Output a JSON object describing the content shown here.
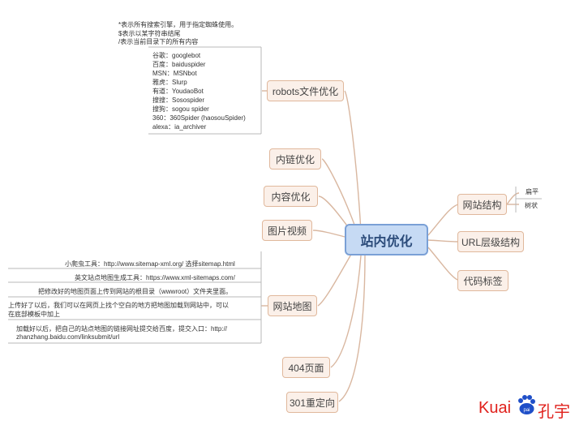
{
  "center": {
    "label": "站内优化"
  },
  "left_nodes": [
    {
      "label": "robots文件优化"
    },
    {
      "label": "内链优化"
    },
    {
      "label": "内容优化"
    },
    {
      "label": "图片视频"
    },
    {
      "label": "网站地图"
    },
    {
      "label": "404页面"
    },
    {
      "label": "301重定向"
    }
  ],
  "right_nodes": [
    {
      "label": "网站结构"
    },
    {
      "label": "URL层级结构"
    },
    {
      "label": "代码标签"
    }
  ],
  "structure_leaves": [
    "扁平",
    "树状"
  ],
  "robots_notes": [
    "*表示所有搜索引擎，用于指定蜘蛛使用。",
    "$表示以某字符串结尾",
    "/表示当前目录下的所有内容"
  ],
  "robots_list": [
    "谷歌：googlebot",
    "百度：baiduspider",
    "MSN：MSNbot",
    "雅虎：Slurp",
    "有道：YoudaoBot",
    "搜搜：Sosospider",
    "搜狗：sogou spider",
    "360：360Spider (haosouSpider)",
    "alexa：ia_archiver"
  ],
  "sitemap_notes": [
    "小爬虫工具：http://www.sitemap-xml.org/ 选择sitemap.html",
    "英文站点地图生成工具：https://www.xml-sitemaps.com/",
    "把修改好的地图页面上传到网站的根目录（wwwroot）文件夹里面。",
    "上传好了以后，我们可以在网页上找个空白的地方把地图加载到网站中，可以",
    "在底部模板中加上",
    "加载好以后，把自己的站点地图的链接网址提交给百度，提交入口：http://",
    "zhanzhang.baidu.com/linksubmit/url"
  ],
  "logo": {
    "text_a": "Kuai",
    "text_b": "孔宇",
    "paw_text": "pai"
  },
  "colors": {
    "node_bg": "#fbf0e9",
    "node_border": "#e0b89c",
    "center_bg": "#c6daf4",
    "center_border": "#7aa0d6",
    "link": "#d9b7a0",
    "logo_red": "#e0211c",
    "logo_blue": "#1f4fc8"
  }
}
